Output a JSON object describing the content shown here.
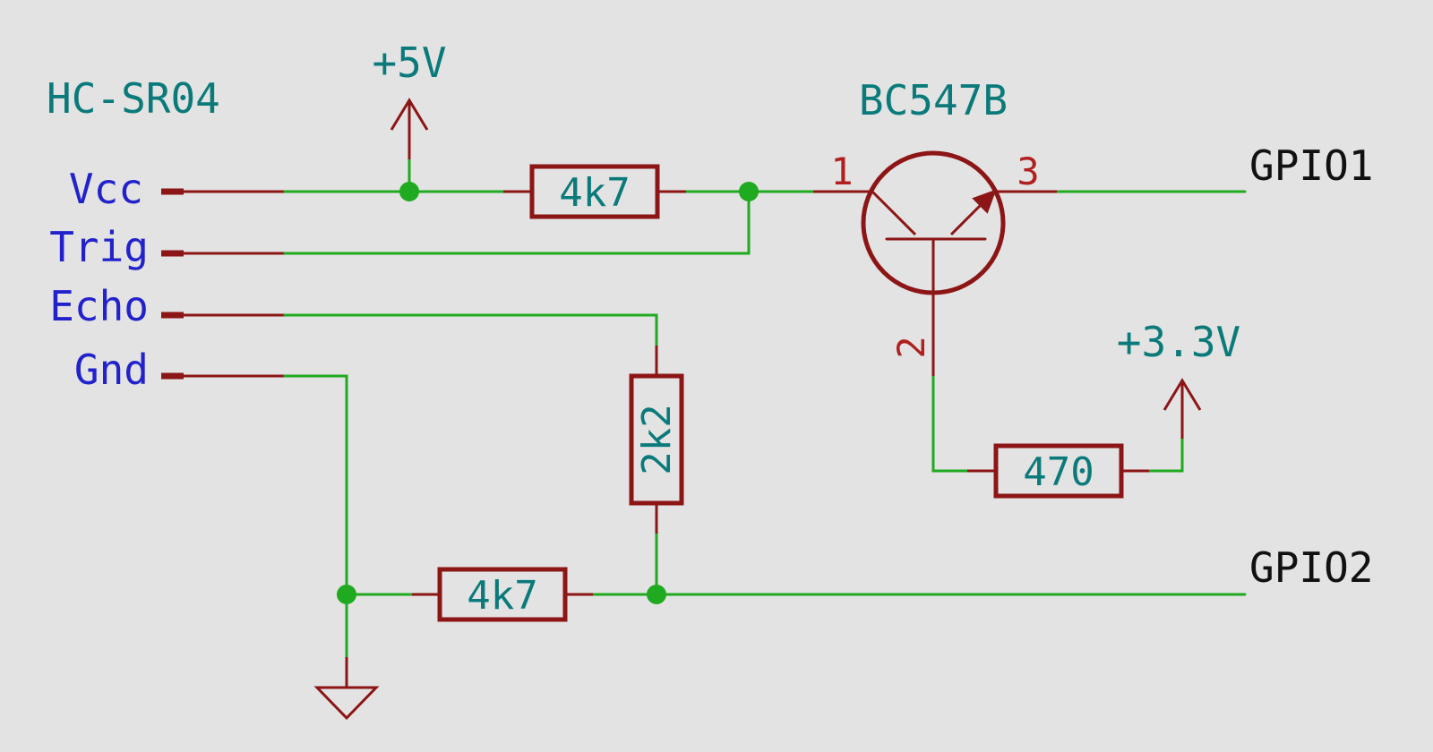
{
  "colors": {
    "background": "#e3e3e3",
    "wire": "#1faa1f",
    "component": "#8c1515",
    "value_text": "#0b7a7a",
    "pin_label": "#2222cc",
    "net_label": "#111111",
    "pin_number": "#b02020"
  },
  "sensor": {
    "name": "HC-SR04",
    "pins": [
      "Vcc",
      "Trig",
      "Echo",
      "Gnd"
    ]
  },
  "power": {
    "supply_5v": "+5V",
    "supply_3v3": "+3.3V",
    "ground_icon": "ground-symbol"
  },
  "resistors": {
    "r_vcc": "4k7",
    "r_echo": "2k2",
    "r_gnd": "4k7",
    "r_base": "470"
  },
  "transistor": {
    "name": "BC547B",
    "pin1": "1",
    "pin2": "2",
    "pin3": "3"
  },
  "nets": {
    "gpio1": "GPIO1",
    "gpio2": "GPIO2"
  }
}
